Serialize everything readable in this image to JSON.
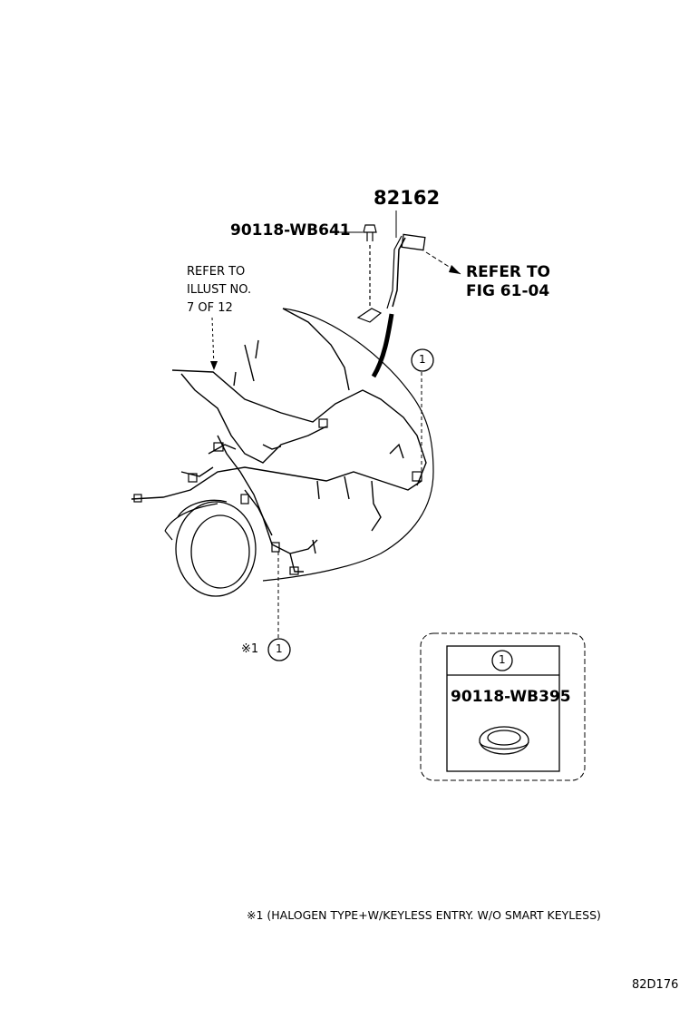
{
  "parts": {
    "main_part": "82162",
    "bolt_part": "90118-WB641",
    "refer_fig_line1": "REFER TO",
    "refer_fig_line2": "FIG 61-04",
    "refer_illust_line1": "REFER TO",
    "refer_illust_line2": "ILLUST NO.",
    "refer_illust_line3": "7 OF 12",
    "callout_number": "1",
    "note_marker": "※1",
    "inset_callout": "1",
    "inset_part": "90118-WB395"
  },
  "footer": {
    "note": "※1 (HALOGEN TYPE+W/KEYLESS ENTRY. W/O SMART KEYLESS)",
    "code": "82D176"
  }
}
